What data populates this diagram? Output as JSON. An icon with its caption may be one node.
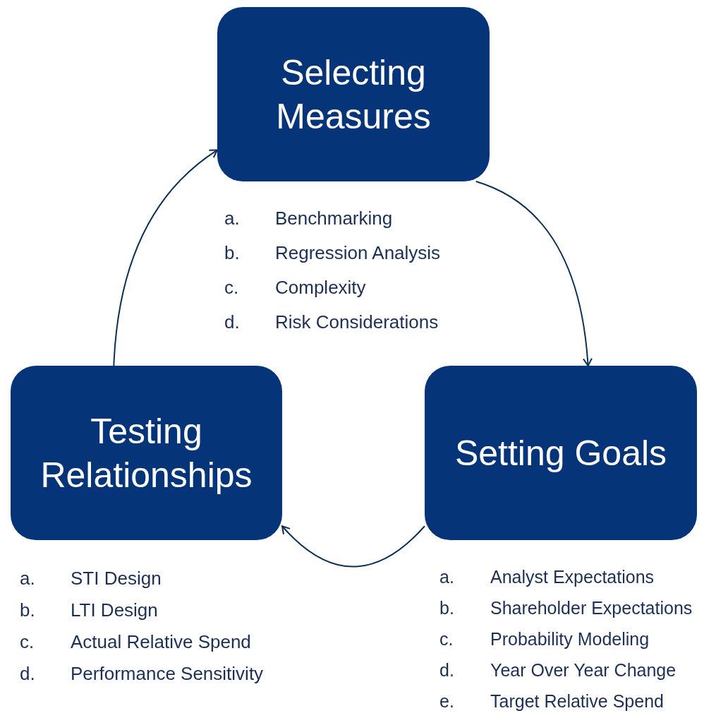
{
  "diagram": {
    "nodes": [
      {
        "text": [
          "Selecting Measures"
        ],
        "beside": [
          "a.",
          "Benchmarking",
          "b.",
          "Regression Analysis",
          "c.",
          "Complexity",
          "d.",
          "Risk Considerations"
        ]
      },
      {
        "text": [
          "Testing Relationships"
        ],
        "beside": [
          "a.",
          "STI Design",
          "b.",
          "LTI Design",
          "c.",
          "Actual Relative Spend",
          "d.",
          "Performance Sensitivity"
        ]
      },
      {
        "text": [
          "Setting Goals"
        ],
        "beside": [
          "a.",
          "Analyst Expectations",
          "b.",
          "Shareholder Expectations",
          "c.",
          "Probability Modeling",
          "d.",
          "Year Over Year Change",
          "e.",
          "Target Relative Spend"
        ]
      }
    ],
    "edges": [
      {
        "from": 0,
        "to": 2,
        "arrow": "to"
      },
      {
        "from": 2,
        "to": 1,
        "arrow": "to"
      },
      {
        "from": 1,
        "to": 0,
        "arrow": "to"
      }
    ]
  }
}
